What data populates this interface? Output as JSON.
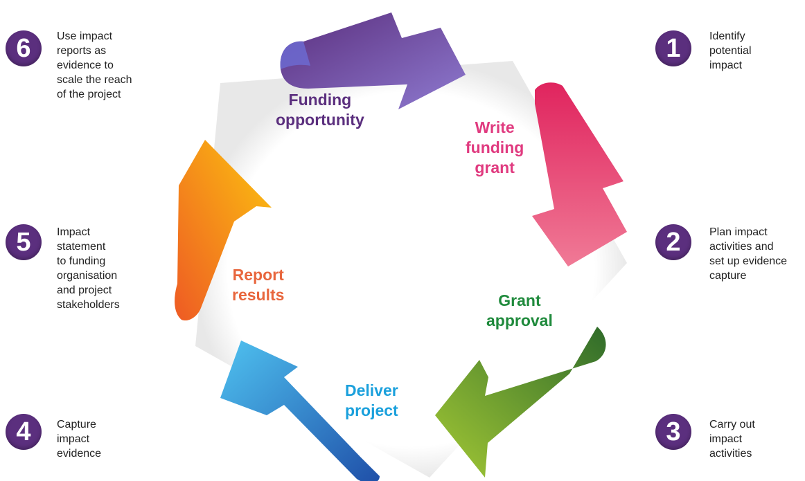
{
  "stages": [
    {
      "id": "funding-opportunity",
      "label": "Funding\nopportunity",
      "color": "#5b2f7e"
    },
    {
      "id": "write-funding-grant",
      "label": "Write\nfunding\ngrant",
      "color": "#e03a7f"
    },
    {
      "id": "grant-approval",
      "label": "Grant\napproval",
      "color": "#1f8a3c"
    },
    {
      "id": "deliver-project",
      "label": "Deliver\nproject",
      "color": "#1aa0dc"
    },
    {
      "id": "report-results",
      "label": "Report\nresults",
      "color": "#e8663d"
    }
  ],
  "steps": [
    {
      "number": "1",
      "text": "Identify\npotential\nimpact"
    },
    {
      "number": "2",
      "text": "Plan impact\nactivities and\nset up evidence\ncapture"
    },
    {
      "number": "3",
      "text": "Carry out\nimpact\nactivities"
    },
    {
      "number": "4",
      "text": "Capture\nimpact\nevidence"
    },
    {
      "number": "5",
      "text": "Impact\nstatement\nto funding\norganisation\nand project\nstakeholders"
    },
    {
      "number": "6",
      "text": "Use impact\nreports as\nevidence to\nscale the reach\nof the project"
    }
  ],
  "colors": {
    "badge": "#5b2f7e",
    "arrow_purple": [
      "#5b2f7e",
      "#8e7ad0"
    ],
    "arrow_pink": [
      "#e0245e",
      "#f07a96"
    ],
    "arrow_green": [
      "#2f6b2a",
      "#a4c935"
    ],
    "arrow_blue": [
      "#1f4fa8",
      "#4fc2f0"
    ],
    "arrow_orange": [
      "#ee5a24",
      "#fcc40f"
    ]
  }
}
